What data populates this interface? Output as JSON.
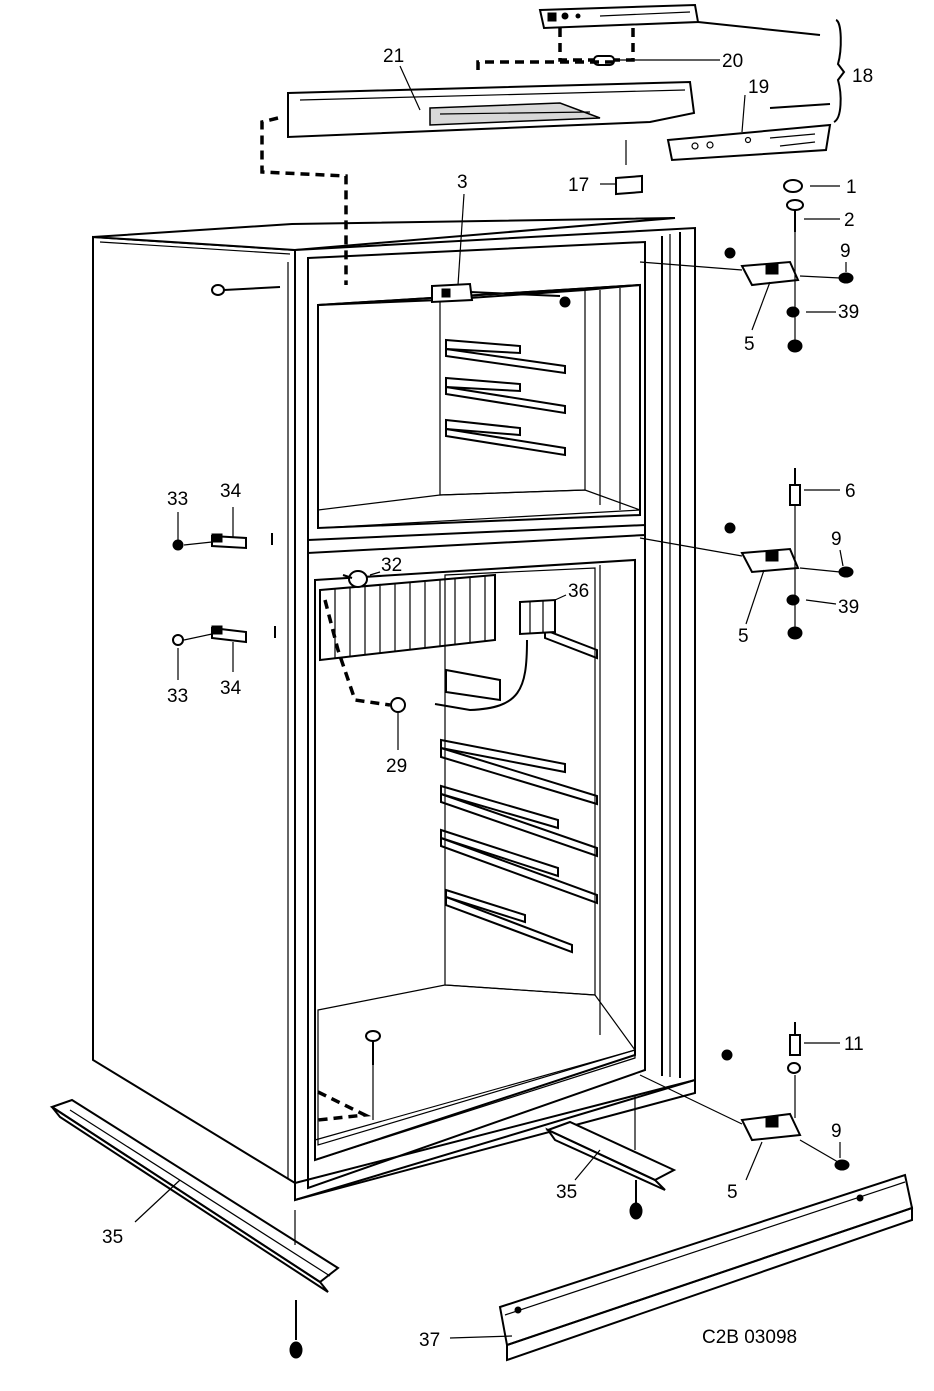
{
  "callouts": {
    "c1": "1",
    "c2": "2",
    "c3": "3",
    "c5a": "5",
    "c5b": "5",
    "c5c": "5",
    "c6": "6",
    "c9a": "9",
    "c9b": "9",
    "c9c": "9",
    "c11": "11",
    "c17": "17",
    "c18": "18",
    "c19": "19",
    "c20": "20",
    "c21": "21",
    "c29": "29",
    "c32": "32",
    "c33a": "33",
    "c33b": "33",
    "c34a": "34",
    "c34b": "34",
    "c35a": "35",
    "c35b": "35",
    "c36": "36",
    "c37": "37",
    "c39a": "39",
    "c39b": "39"
  },
  "drawing_code": "C2B 03098"
}
